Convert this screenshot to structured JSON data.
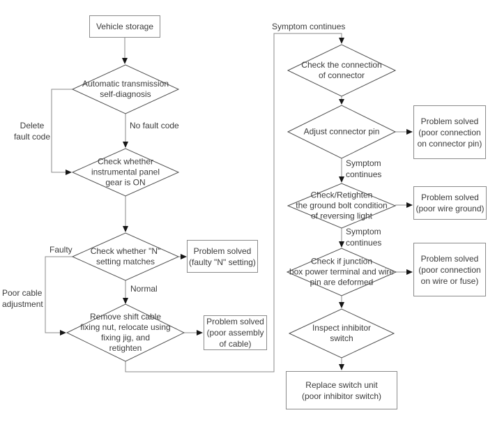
{
  "colors": {
    "line": "#8a8a8a",
    "diamond_stroke": "#4f4f4f",
    "box_border": "#8a8a8a",
    "arrow": "#161616",
    "text": "#3b3b3b",
    "background": "#ffffff"
  },
  "flowchart": {
    "left": {
      "vehicle_storage": "Vehicle storage",
      "self_diagnosis": "Automatic transmission\nself-diagnosis",
      "check_panel_gear": "Check whether\ninstrumental panel\ngear is ON",
      "check_n_setting": "Check whether \"N\"\nsetting matches",
      "problem_solved_n_setting": "Problem solved\n(faulty \"N\" setting)",
      "relocate_shift_cable": "Remove shift cable\nfixing nut, relocate using\nfixing jig, and\nretighten",
      "problem_solved_cable": "Problem solved\n(poor assembly\nof cable)",
      "labels": {
        "delete_fault_code": "Delete\nfault code",
        "no_fault_code": "No fault code",
        "faulty": "Faulty",
        "poor_cable_adjustment": "Poor cable\nadjustment",
        "normal": "Normal"
      }
    },
    "right": {
      "check_connector": "Check the connection\nof connector",
      "adjust_connector_pin": "Adjust connector pin",
      "problem_solved_connector_pin": "Problem solved\n(poor connection\non connector pin)",
      "check_ground_bolt": "Check/Retighten\nthe ground bolt condition\nof reversing light",
      "problem_solved_wire_ground": "Problem solved\n(poor wire ground)",
      "check_junction_box": "Check if junction\nbox power terminal and wire\npin are deformed",
      "problem_solved_wire_fuse": "Problem solved\n(poor connection\non wire or fuse)",
      "inspect_inhibitor_switch": "Inspect inhibitor\nswitch",
      "replace_switch_unit": "Replace switch unit\n(poor inhibitor switch)",
      "labels": {
        "symptom_continues_top": "Symptom continues",
        "symptom_continues_after_pin": "Symptom\ncontinues",
        "symptom_continues_after_ground": "Symptom\ncontinues"
      }
    }
  }
}
